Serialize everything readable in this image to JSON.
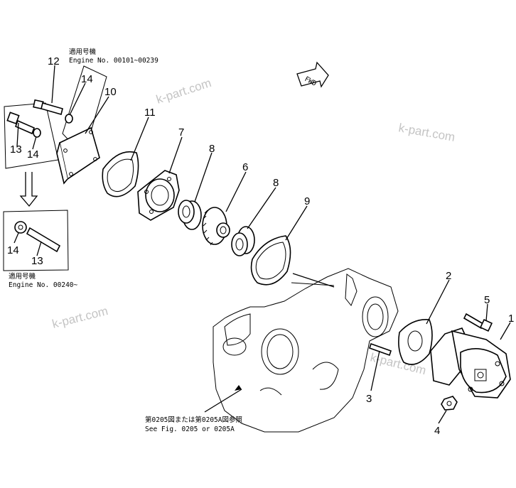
{
  "labels": {
    "p1": "1",
    "p2": "2",
    "p3": "3",
    "p4": "4",
    "p5": "5",
    "p6": "6",
    "p7": "7",
    "p8a": "8",
    "p8b": "8",
    "p9": "9",
    "p10": "10",
    "p11": "11",
    "p12": "12",
    "p13a": "13",
    "p13b": "13",
    "p14a": "14",
    "p14b": "14",
    "p14c": "14"
  },
  "notes": {
    "top_jp": "適用号機",
    "top_engine": "Engine  No. 00101~00239",
    "bottom_jp": "適用号機",
    "bottom_engine": "Engine  No. 00240~",
    "see_fig_jp": "第0205図または第0205A図参照",
    "see_fig": "See Fig. 0205 or 0205A",
    "fwd": "FWD"
  },
  "watermarks": {
    "w1": "k-part.com",
    "w2": "k-part.com",
    "w3": "k-part.com",
    "w4": "k-part.com"
  }
}
